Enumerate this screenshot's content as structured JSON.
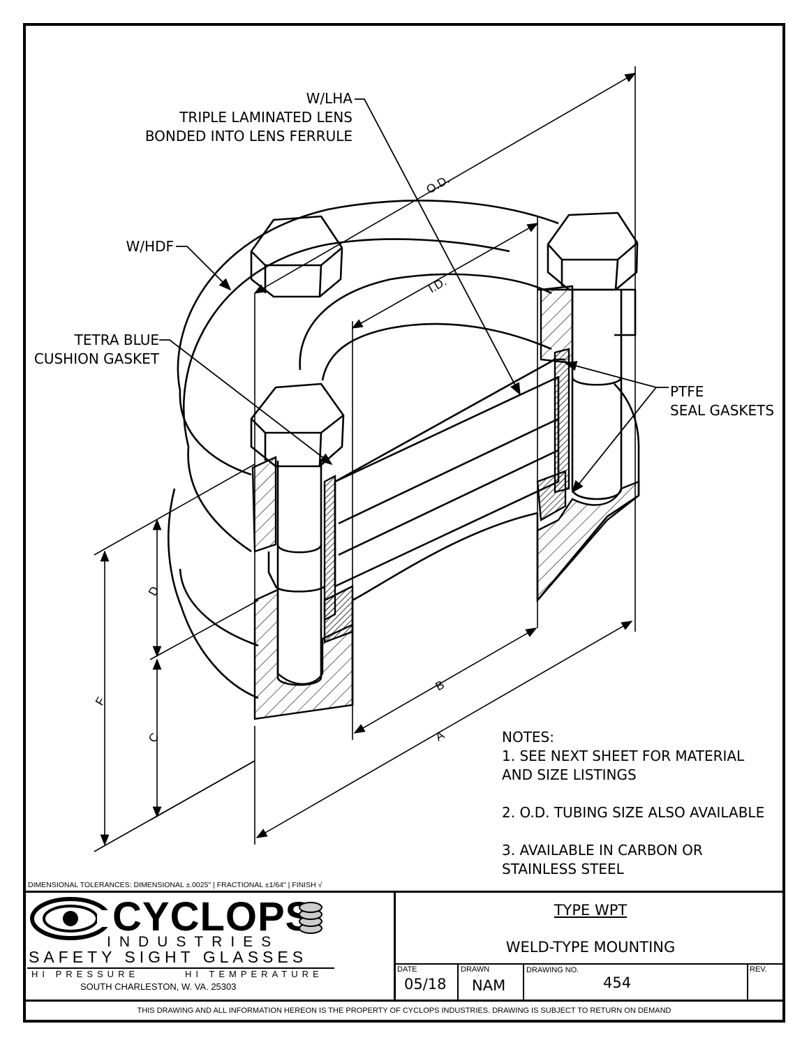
{
  "callouts": {
    "w_lha": "W/LHA",
    "lens_line1": "TRIPLE LAMINATED LENS",
    "lens_line2": "BONDED INTO LENS FERRULE",
    "w_hdf": "W/HDF",
    "tetra_line1": "TETRA BLUE",
    "tetra_line2": "CUSHION GASKET",
    "ptfe_line1": "PTFE",
    "ptfe_line2": "SEAL GASKETS"
  },
  "dimensions": {
    "od": "O.D.",
    "id": "I.D.",
    "a": "A",
    "b": "B",
    "c": "C",
    "d": "D",
    "f": "F"
  },
  "notes": {
    "heading": "NOTES:",
    "n1_line1": "1. SEE NEXT SHEET FOR MATERIAL",
    "n1_line2": "AND SIZE LISTINGS",
    "n2": "2. O.D. TUBING SIZE ALSO AVAILABLE",
    "n3_line1": "3. AVAILABLE IN CARBON OR",
    "n3_line2": "STAINLESS STEEL"
  },
  "tolerances": "DIMENSIONAL TOLERANCES:  DIMENSIONAL ±.0025\"  |  FRACTIONAL ±1/64\"  |  FINISH √",
  "logo": {
    "name": "CYCLOPS",
    "industries": "INDUSTRIES",
    "tagline": "SAFETY SIGHT GLASSES",
    "hi_pressure": "HI PRESSURE",
    "hi_temperature": "HI TEMPERATURE",
    "address": "SOUTH CHARLESTON, W. VA. 25303"
  },
  "title_block": {
    "type": "TYPE WPT",
    "description": "WELD-TYPE MOUNTING",
    "date_label": "DATE",
    "date": "05/18",
    "drawn_label": "DRAWN",
    "drawn": "NAM",
    "drawing_no_label": "DRAWING NO.",
    "drawing_no": "454",
    "rev_label": "REV.",
    "rev": ""
  },
  "footer": "THIS DRAWING AND ALL INFORMATION HEREON IS THE PROPERTY OF CYCLOPS INDUSTRIES.  DRAWING IS SUBJECT TO RETURN ON DEMAND"
}
